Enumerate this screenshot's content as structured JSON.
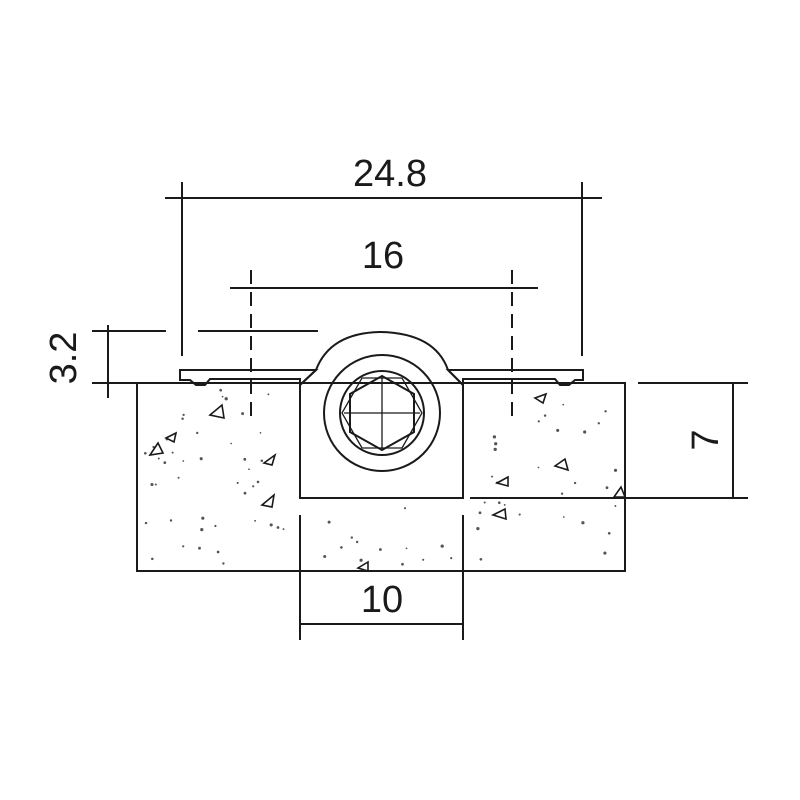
{
  "drawing": {
    "type": "cross-section",
    "dimensions": {
      "overall_flange_width": "24.8",
      "anchor_spacing": "16",
      "flange_height": "3.2",
      "channel_depth": "7",
      "channel_width": "10"
    },
    "colors": {
      "line": "#1a1a1a",
      "profile_fill": "#5a5a5a",
      "concrete_fill": "#ffffff"
    }
  }
}
